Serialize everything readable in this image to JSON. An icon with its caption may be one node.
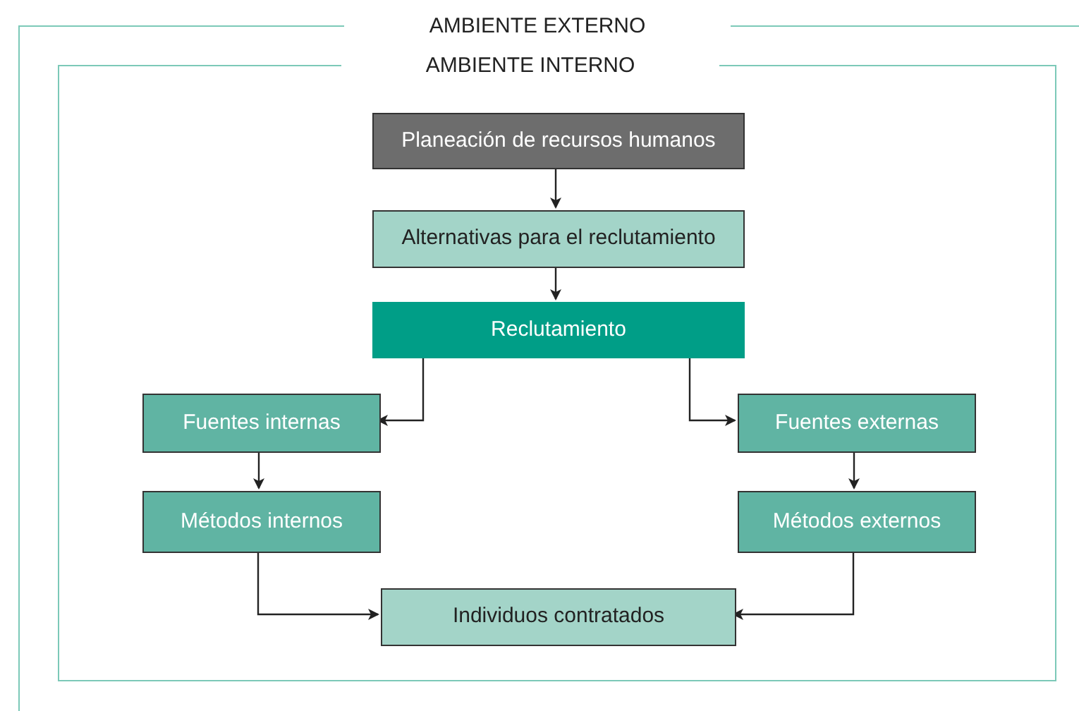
{
  "diagram": {
    "nodes": [
      {
        "text": [
          "AMBIENTE EXTERNO"
        ]
      },
      {
        "text": [
          "AMBIENTE INTERNO"
        ],
        "in": 0
      },
      {
        "text": [
          "Planeación de recursos humanos"
        ],
        "in": 1
      },
      {
        "text": [
          "Alternativas para el reclutamiento"
        ],
        "in": 1
      },
      {
        "text": [
          "Reclutamiento"
        ],
        "in": 1
      },
      {
        "text": [
          "Fuentes internas"
        ],
        "in": 1
      },
      {
        "text": [
          "Fuentes externas"
        ],
        "in": 1
      },
      {
        "text": [
          "Métodos internos"
        ],
        "in": 1
      },
      {
        "text": [
          "Métodos externos"
        ],
        "in": 1
      },
      {
        "text": [
          "Individuos contratados"
        ],
        "in": 1
      }
    ],
    "edges": [
      {
        "from": 2,
        "to": 3,
        "arrow": "to"
      },
      {
        "from": 3,
        "to": 4,
        "arrow": "to"
      },
      {
        "from": 4,
        "to": 5,
        "arrow": "to"
      },
      {
        "from": 4,
        "to": 6,
        "arrow": "to"
      },
      {
        "from": 5,
        "to": 7,
        "arrow": "to"
      },
      {
        "from": 6,
        "to": 8,
        "arrow": "to"
      },
      {
        "from": 7,
        "to": 9,
        "arrow": "to"
      },
      {
        "from": 8,
        "to": 9,
        "arrow": "to"
      }
    ]
  }
}
